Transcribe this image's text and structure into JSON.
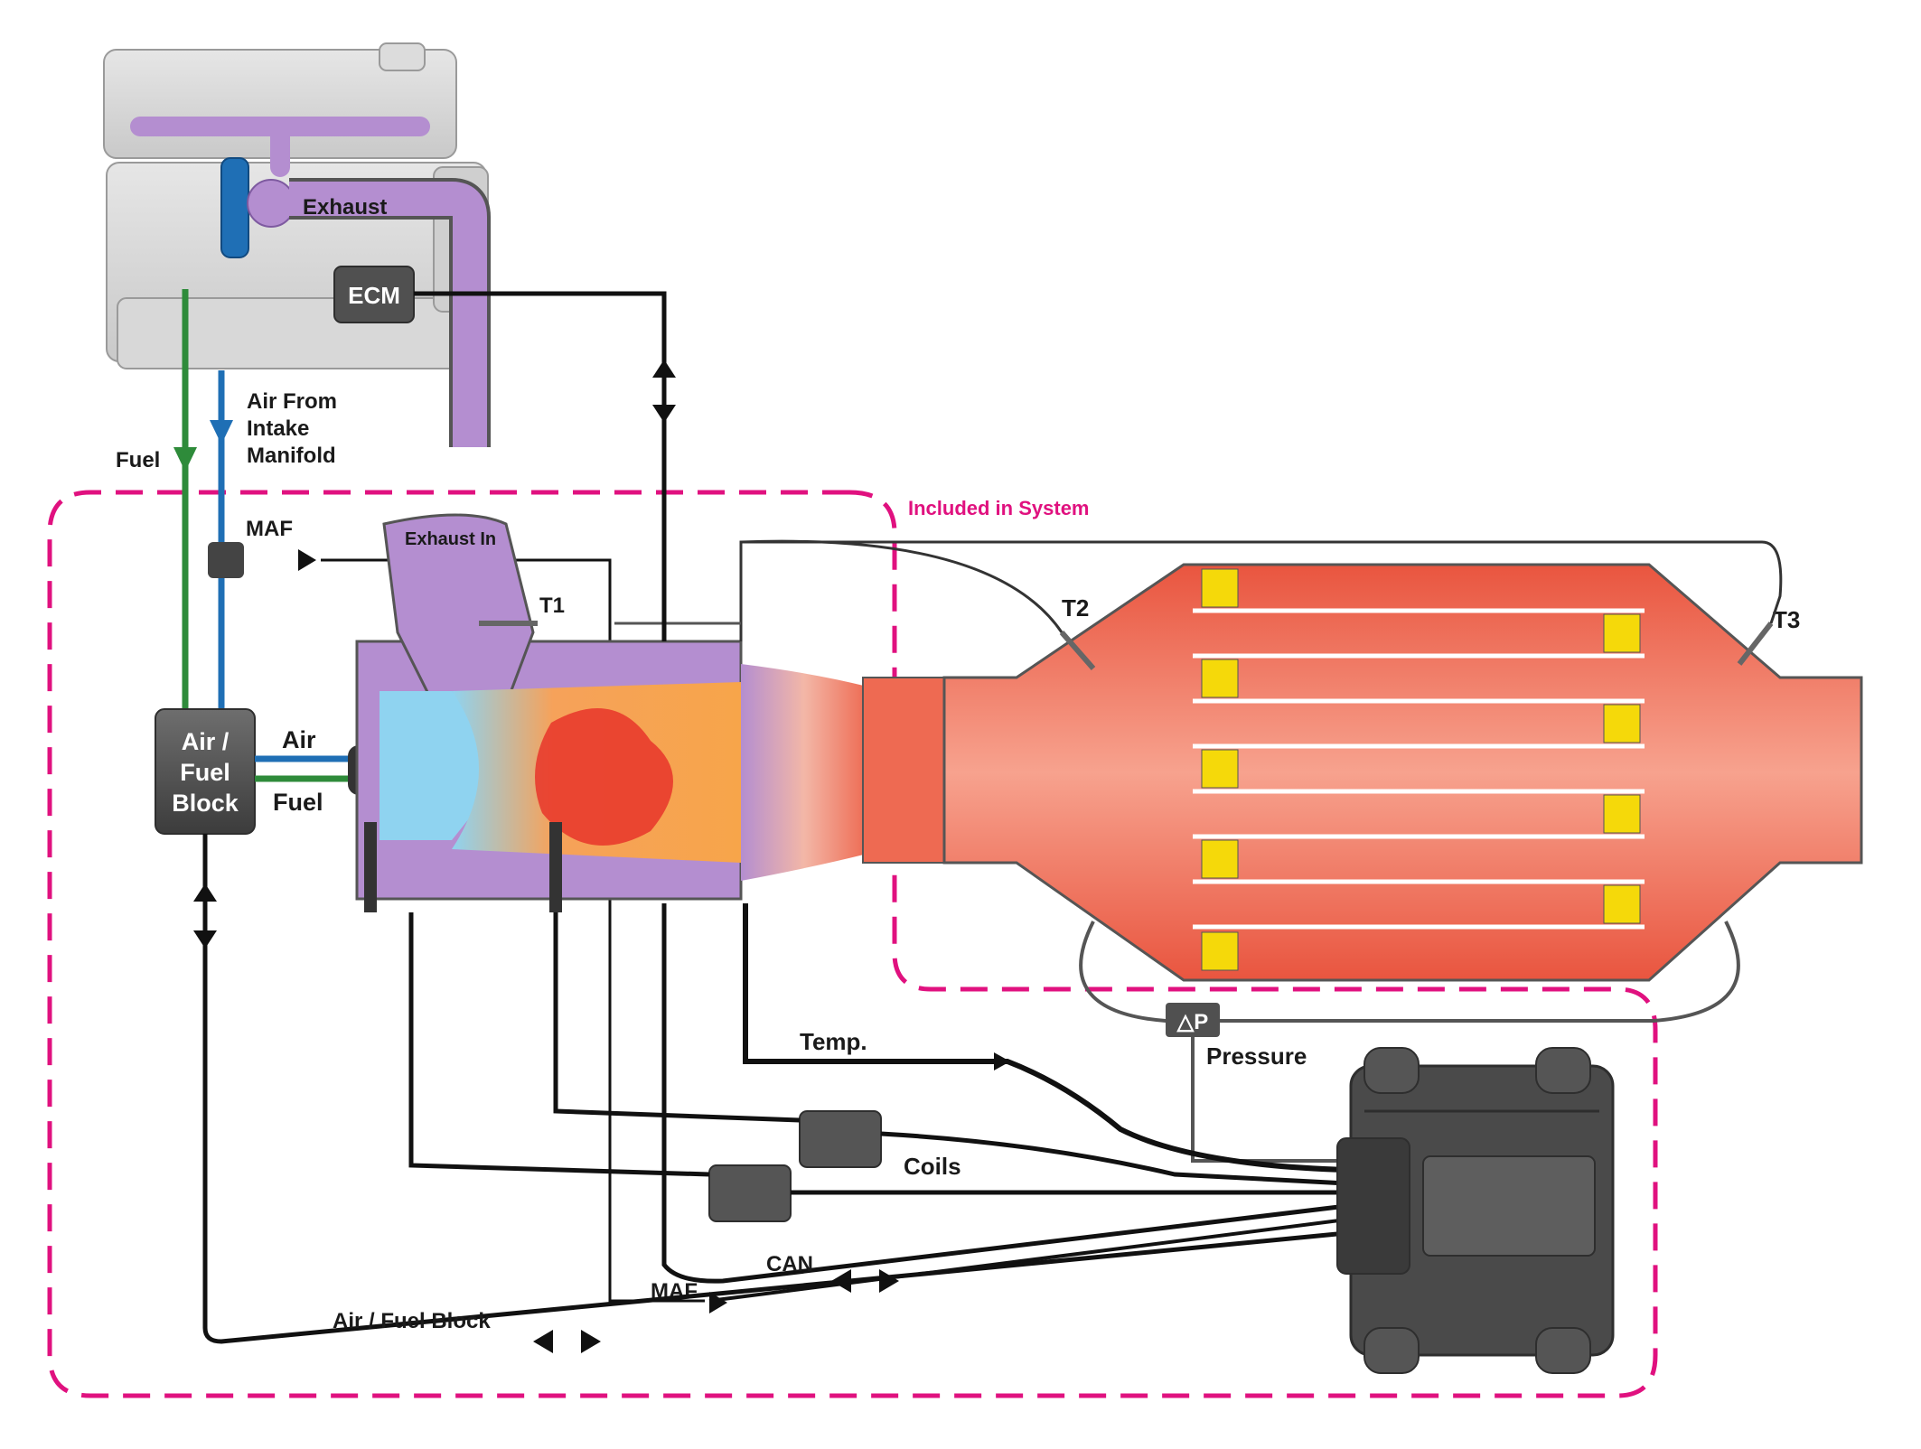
{
  "labels": {
    "exhaust": "Exhaust",
    "ecm": "ECM",
    "air_from_line1": "Air From",
    "air_from_line2": "Intake",
    "air_from_line3": "Manifold",
    "fuel_top": "Fuel",
    "maf_top": "MAF",
    "exhaust_in": "Exhaust In",
    "t1": "T1",
    "t2": "T2",
    "t3": "T3",
    "included_in_system": "Included in System",
    "air_fuel_block_line1": "Air /",
    "air_fuel_block_line2": "Fuel",
    "air_fuel_block_line3": "Block",
    "air": "Air",
    "fuel": "Fuel",
    "delta_p": "△P",
    "pressure": "Pressure",
    "temp": "Temp.",
    "coils": "Coils",
    "can": "CAN",
    "maf_bottom": "MAF",
    "air_fuel_block_bottom": "Air / Fuel Block"
  },
  "colors": {
    "system_boundary": "#e0117f",
    "exhaust_pipe": "#b48ed0",
    "catalyst_body": "#ee6a52",
    "fuel_line": "#2e8b3a",
    "air_line": "#1f6fb5",
    "substrate": "#f5d90a"
  }
}
